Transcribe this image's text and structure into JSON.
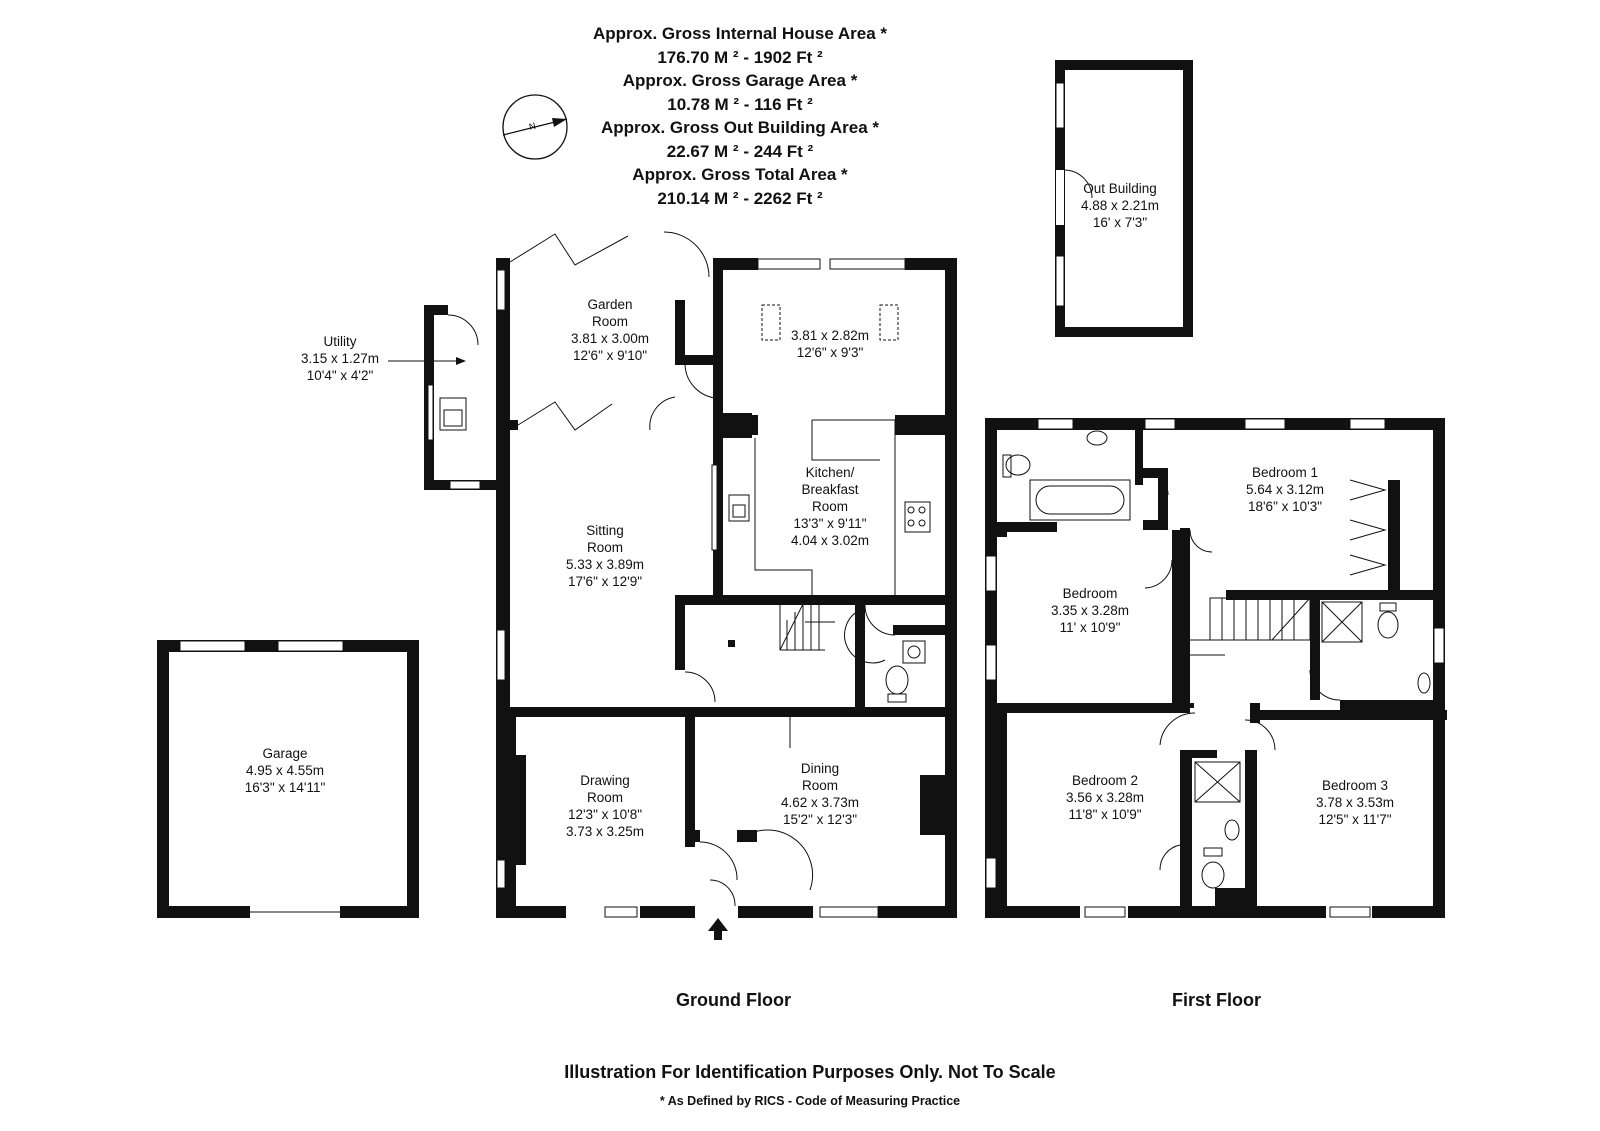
{
  "areas": {
    "house_label": "Approx. Gross Internal House Area *",
    "house_value": "176.70 M ²  -  1902 Ft ²",
    "garage_label": "Approx. Gross Garage Area *",
    "garage_value": "10.78 M ²  -  116 Ft ²",
    "outbuilding_label": "Approx. Gross Out Building Area *",
    "outbuilding_value": "22.67 M ²  -  244 Ft ²",
    "total_label": "Approx. Gross Total Area *",
    "total_value": "210.14 M ²  -  2262 Ft ²"
  },
  "floors": {
    "ground": "Ground Floor",
    "first": "First Floor"
  },
  "footer": {
    "disclaimer": "Illustration For Identification Purposes Only. Not To Scale",
    "note": "* As Defined by  RICS - Code of Measuring Practice"
  },
  "rooms": {
    "utility": {
      "name": "Utility",
      "metric": "3.15 x 1.27m",
      "imperial": "10'4\" x 4'2\""
    },
    "garden": {
      "name1": "Garden",
      "name2": "Room",
      "metric": "3.81 x 3.00m",
      "imperial": "12'6\" x 9'10\""
    },
    "sunroom": {
      "metric": "3.81 x 2.82m",
      "imperial": "12'6\" x 9'3\""
    },
    "kitchen": {
      "name1": "Kitchen/",
      "name2": "Breakfast",
      "name3": "Room",
      "imperial": "13'3\" x 9'11\"",
      "metric": "4.04 x 3.02m"
    },
    "sitting": {
      "name1": "Sitting",
      "name2": "Room",
      "metric": "5.33 x 3.89m",
      "imperial": "17'6\" x 12'9\""
    },
    "garage": {
      "name": "Garage",
      "metric": "4.95 x 4.55m",
      "imperial": "16'3\" x 14'11\""
    },
    "drawing": {
      "name1": "Drawing",
      "name2": "Room",
      "imperial": "12'3\" x 10'8\"",
      "metric": "3.73 x 3.25m"
    },
    "dining": {
      "name1": "Dining",
      "name2": "Room",
      "metric": "4.62 x 3.73m",
      "imperial": "15'2\" x 12'3\""
    },
    "outbuilding": {
      "name": "Out Building",
      "metric": "4.88 x 2.21m",
      "imperial": "16' x 7'3\""
    },
    "bedroom1": {
      "name": "Bedroom 1",
      "metric": "5.64 x 3.12m",
      "imperial": "18'6\" x 10'3\""
    },
    "bedroom": {
      "name": "Bedroom",
      "metric": "3.35 x 3.28m",
      "imperial": "11' x 10'9\""
    },
    "bedroom2": {
      "name": "Bedroom 2",
      "metric": "3.56 x 3.28m",
      "imperial": "11'8\" x 10'9\""
    },
    "bedroom3": {
      "name": "Bedroom 3",
      "metric": "3.78 x 3.53m",
      "imperial": "12'5\" x 11'7\""
    }
  }
}
